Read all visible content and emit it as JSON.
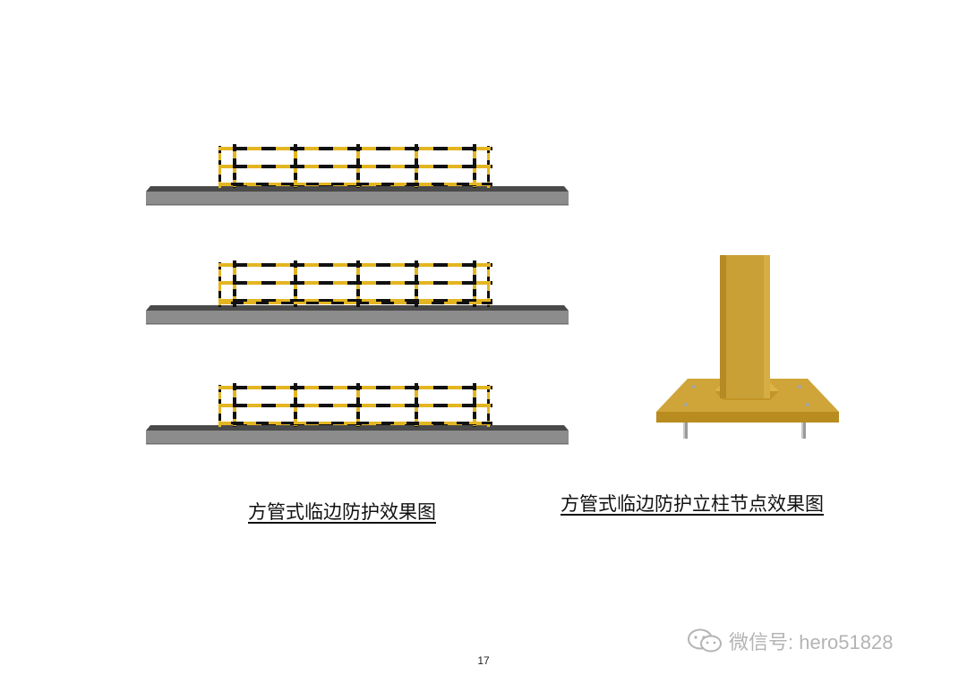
{
  "page": {
    "caption_left": "方管式临边防护效果图",
    "caption_right": "方管式临边防护立柱节点效果图",
    "page_number": "17",
    "watermark_text": "微信号: hero51828",
    "watermark_icon": "wechat-icon"
  },
  "colors": {
    "yellow": "#e3b521",
    "black": "#111111",
    "slab_top": "#4a4a4a",
    "slab_front": "#8c8c8c",
    "post_gold": "#c8a035"
  }
}
